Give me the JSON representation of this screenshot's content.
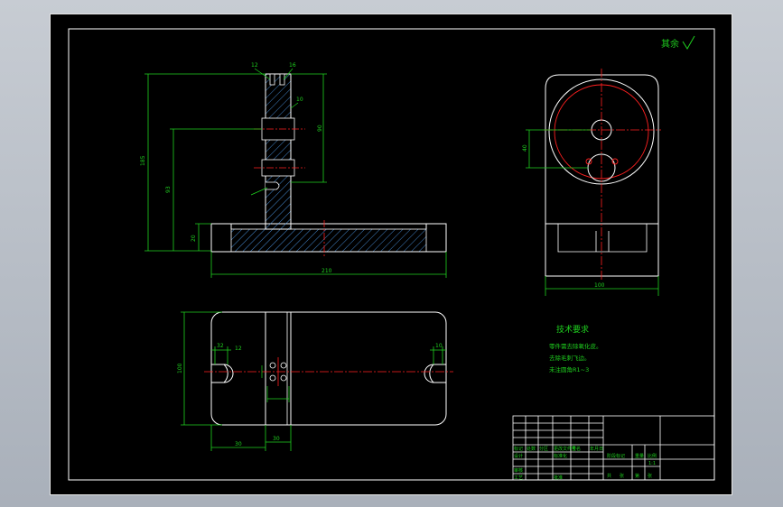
{
  "surface_finish_note": "其余",
  "technical_requirements": {
    "title": "技术要求",
    "lines": [
      "零件需去除氧化皮。",
      "去除毛刺飞边。",
      "未注圆角R1~3"
    ]
  },
  "dimensions": {
    "front_total_height": "185",
    "front_mid_height": "93",
    "front_base_height": "20",
    "front_width": "210",
    "slot_width_1": "12",
    "slot_width_2": "16",
    "slot_depth": "10",
    "side_height": "40",
    "side_width": "100",
    "side_total": "90",
    "top_height": "100",
    "top_bottom_1": "30",
    "top_bottom_2": "30",
    "top_left_1": "32",
    "top_left_2": "12",
    "top_right_1": "10"
  },
  "title_block": {
    "labels": [
      "标记",
      "处数",
      "分区",
      "更改文件号",
      "签名",
      "年月日",
      "设计",
      "标准化",
      "审核",
      "工艺",
      "批准",
      "阶段标记",
      "重量",
      "比例",
      "共",
      "张",
      "第",
      "张"
    ],
    "scale": "1:1"
  },
  "colors": {
    "geometry": "#ffffff",
    "dimension": "#1fd11f",
    "centerline": "#ff2020",
    "hatch": "#55a8ff"
  }
}
